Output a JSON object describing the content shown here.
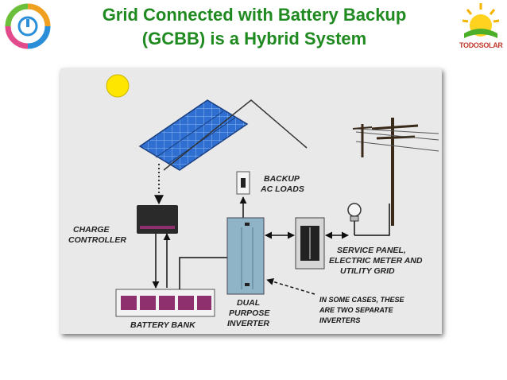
{
  "slide": {
    "title_line1": "Grid Connected with Battery Backup",
    "title_line2": "(GCBB) is a Hybrid System",
    "brand": "TODOSOLAR"
  },
  "labels": {
    "backup_loads_1": "BACKUP",
    "backup_loads_2": "AC LOADS",
    "charge_controller_1": "CHARGE",
    "charge_controller_2": "CONTROLLER",
    "service_1": "SERVICE PANEL,",
    "service_2": "ELECTRIC METER AND",
    "service_3": "UTILITY GRID",
    "inverter_1": "DUAL",
    "inverter_2": "PURPOSE",
    "inverter_3": "INVERTER",
    "battery_bank": "BATTERY BANK",
    "note_1": "IN SOME CASES, THESE",
    "note_2": "ARE TWO SEPARATE",
    "note_3": "INVERTERS"
  },
  "colors": {
    "title": "#1f8a1f",
    "solar_panel": "#2f6fd1",
    "battery": "#8e2f6e",
    "inverter": "#8fb4c8",
    "sun": "#ffe600"
  }
}
